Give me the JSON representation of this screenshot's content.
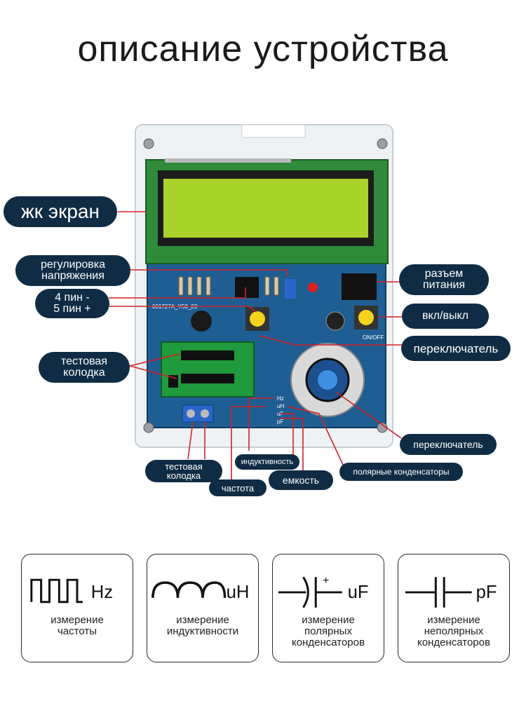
{
  "title": "описание устройства",
  "callouts": {
    "lcd": "жк экран",
    "voltage_adjust": "регулировка\nнапряжения",
    "pins": "4 пин -\n5 пин +",
    "power_jack": "разъем\nпитания",
    "on_off": "вкл/выкл",
    "switch_top": "переключатель",
    "test_socket_top": "тестовая\nколодка",
    "switch_bottom": "переключатель",
    "inductance": "индуктивность",
    "polar_caps": "полярные конденсаторы",
    "test_socket_bottom": "тестовая\nколодка",
    "capacitance": "емкость",
    "frequency": "частота"
  },
  "board_labels": {
    "model": "601727A_Y50_23",
    "rotary_hz": "Hz",
    "rotary_uh": "uH",
    "rotary_uf": "uF",
    "rotary_pf": "pF",
    "on_off_label": "ON/OFF"
  },
  "features": [
    {
      "unit": "Hz",
      "caption": "измерение\nчастоты",
      "icon": "square-wave-icon"
    },
    {
      "unit": "uH",
      "caption": "измерение\nиндуктивности",
      "icon": "inductor-coil-icon"
    },
    {
      "unit": "uF",
      "caption": "измерение\nполярных\nконденсаторов",
      "icon": "polar-capacitor-icon"
    },
    {
      "unit": "pF",
      "caption": "измерение\nнеполярных\nконденсаторов",
      "icon": "capacitor-icon"
    }
  ],
  "colors": {
    "callout_bg": "#102c45",
    "pcb": "#1f5e93",
    "lcd": "#a9d22a",
    "leader_line": "#d0202a"
  }
}
